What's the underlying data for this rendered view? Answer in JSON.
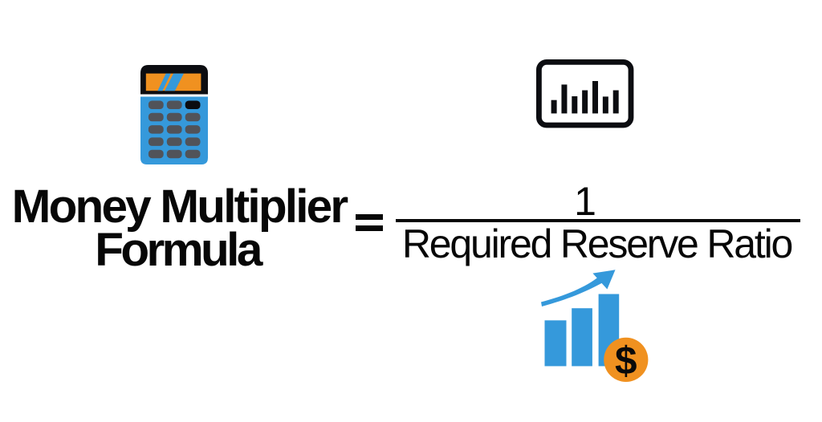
{
  "title": {
    "line1": "Money Multiplier",
    "line2": "Formula"
  },
  "formula": {
    "equals": "=",
    "numerator": "1",
    "denominator": "Required Reserve Ratio"
  },
  "colors": {
    "text": "#070707",
    "icon_black": "#0c0d11",
    "blue": "#3599db",
    "orange": "#f09120",
    "button_gray": "#515359",
    "button_black": "#0b0c10",
    "white": "#ffffff"
  },
  "icons": {
    "calculator": {
      "label": "calculator",
      "screen_stripes": 2,
      "button_rows": 5,
      "button_cols": 3
    },
    "chart_panel": {
      "label": "bar-chart-panel",
      "bar_heights": [
        16.7,
        36,
        21.4,
        28.9,
        40.4,
        21,
        28.9
      ]
    },
    "growth_chart": {
      "label": "rising-bar-chart-with-arrow-and-dollar-coin",
      "bar_heights": [
        57.1,
        72.2,
        89.9
      ],
      "dollar": "$"
    }
  }
}
